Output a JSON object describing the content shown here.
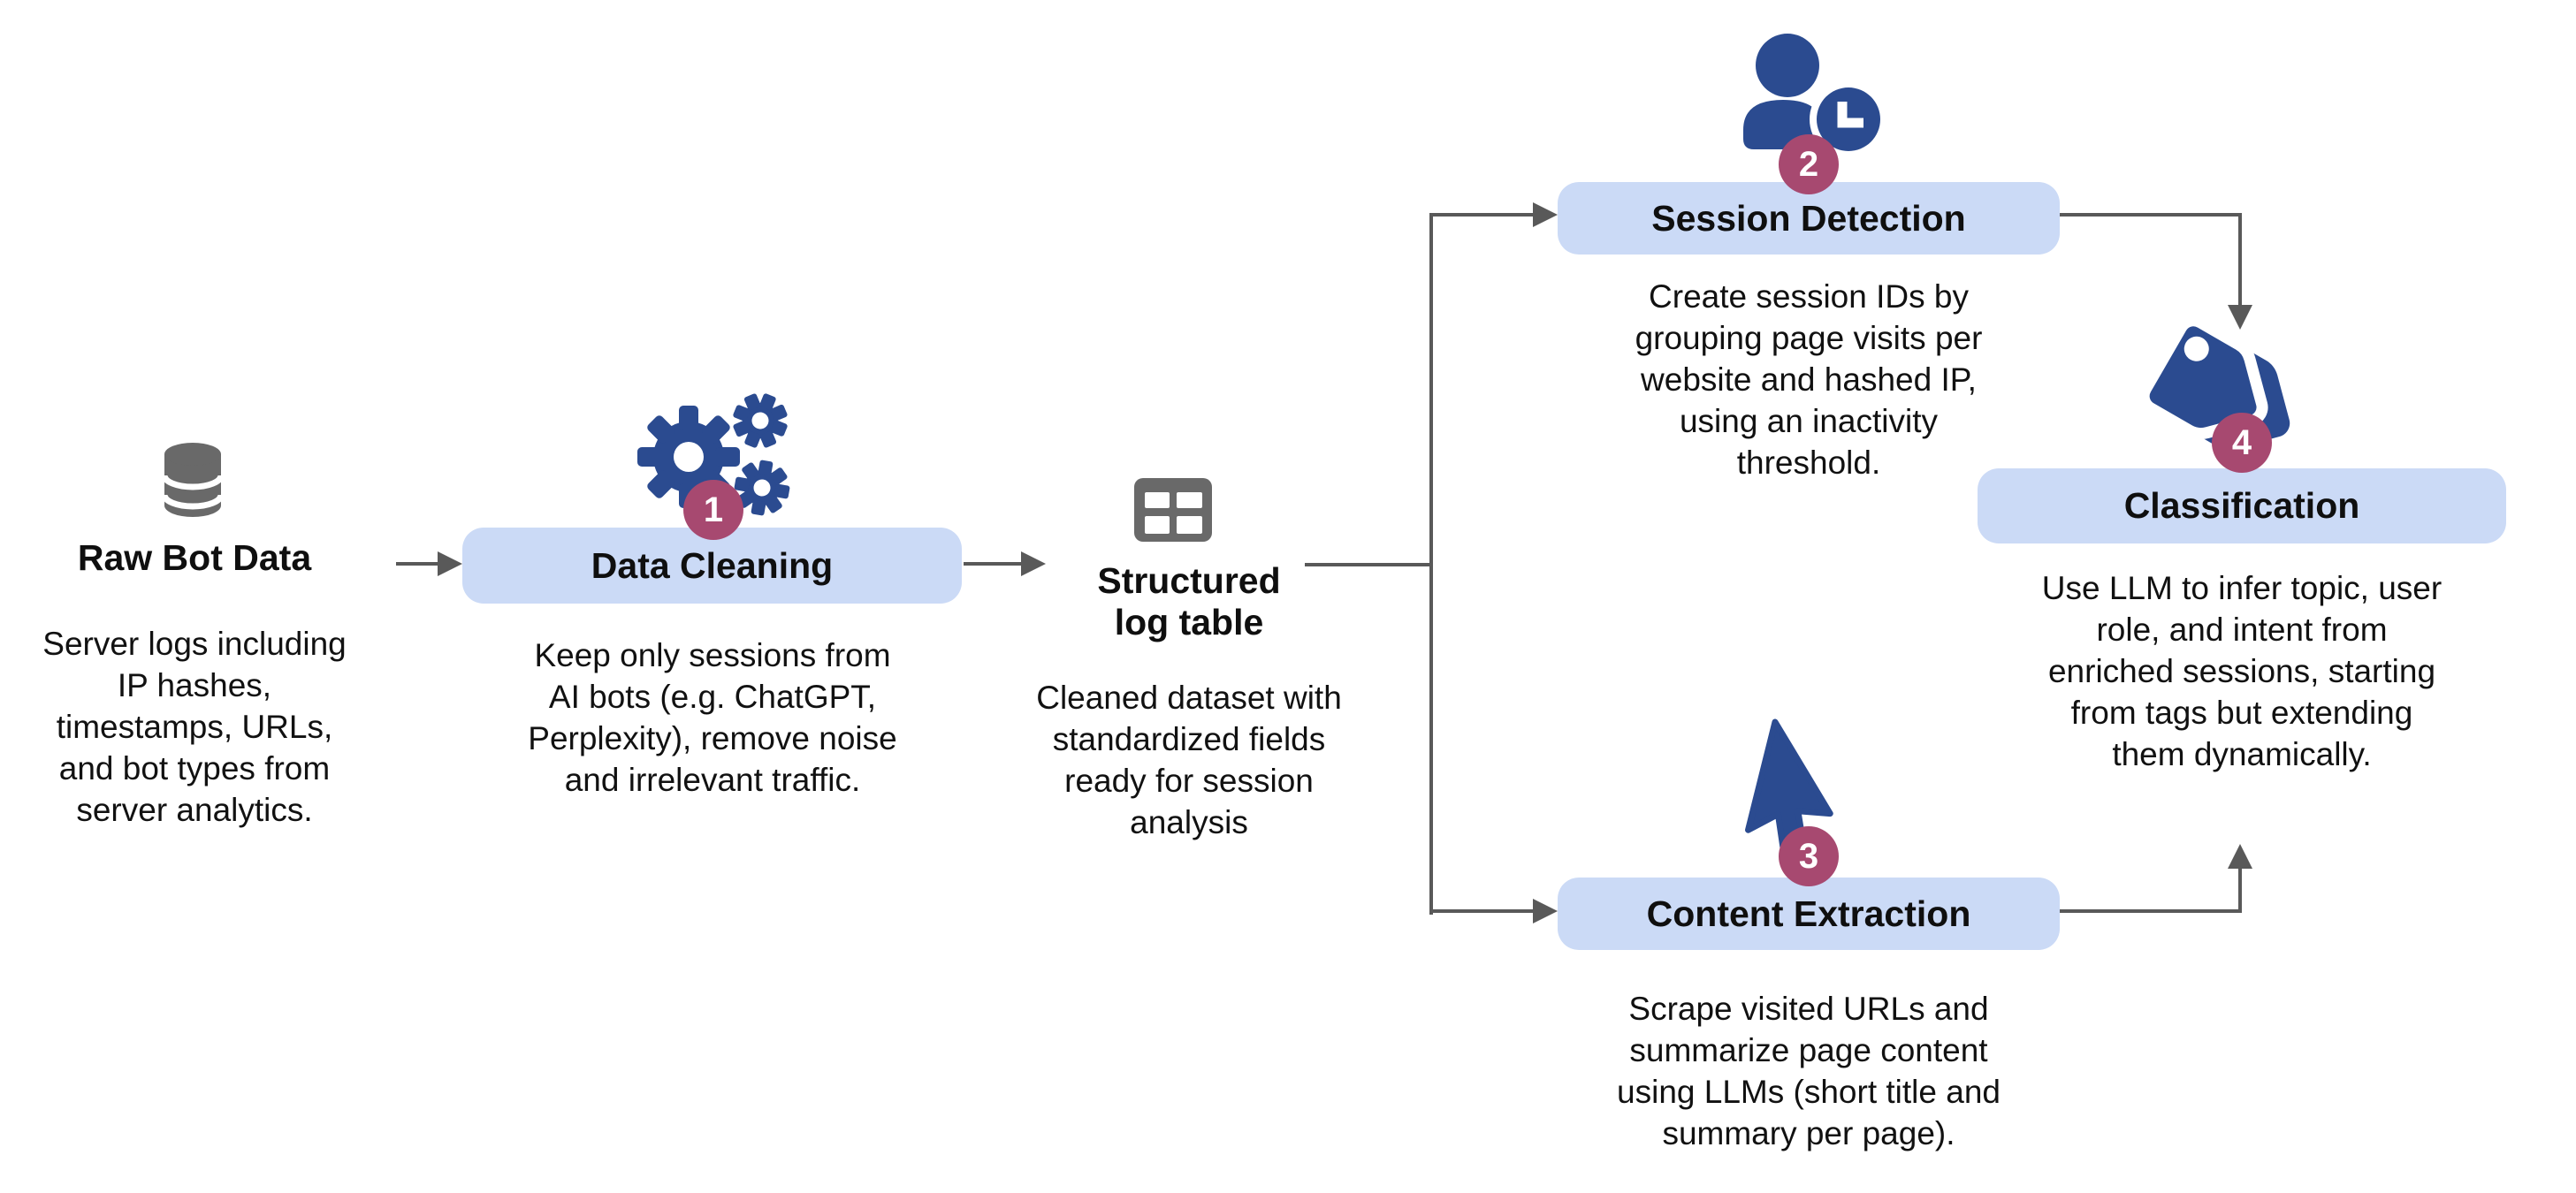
{
  "colors": {
    "node_fill": "#CBDAF6",
    "icon_blue": "#2B4B90",
    "badge": "#A74970",
    "icon_gray": "#696969",
    "line": "#595959",
    "text": "#0f0f0f"
  },
  "nodes": {
    "raw_bot_data": {
      "title": "Raw Bot Data",
      "description": "Server logs including\nIP hashes,\ntimestamps, URLs,\nand bot types from\nserver analytics.",
      "icon": "database-icon"
    },
    "data_cleaning": {
      "step": "1",
      "title": "Data Cleaning",
      "description": "Keep only sessions from\nAI bots (e.g. ChatGPT,\nPerplexity), remove noise\nand irrelevant traffic.",
      "icon": "gears-icon"
    },
    "structured_log_table": {
      "title": "Structured\nlog table",
      "description": "Cleaned dataset with\nstandardized fields\nready for session\nanalysis",
      "icon": "table-icon"
    },
    "session_detection": {
      "step": "2",
      "title": "Session Detection",
      "description": "Create session IDs by\ngrouping page visits per\nwebsite and hashed IP,\nusing an inactivity\nthreshold.",
      "icon": "user-clock-icon"
    },
    "content_extraction": {
      "step": "3",
      "title": "Content Extraction",
      "description": "Scrape visited URLs and\nsummarize page content\nusing LLMs (short title and\nsummary per page).",
      "icon": "cursor-icon"
    },
    "classification": {
      "step": "4",
      "title": "Classification",
      "description": "Use LLM to infer topic, user\nrole, and intent from\nenriched sessions, starting\nfrom tags but extending\nthem dynamically.",
      "icon": "tags-icon"
    }
  }
}
